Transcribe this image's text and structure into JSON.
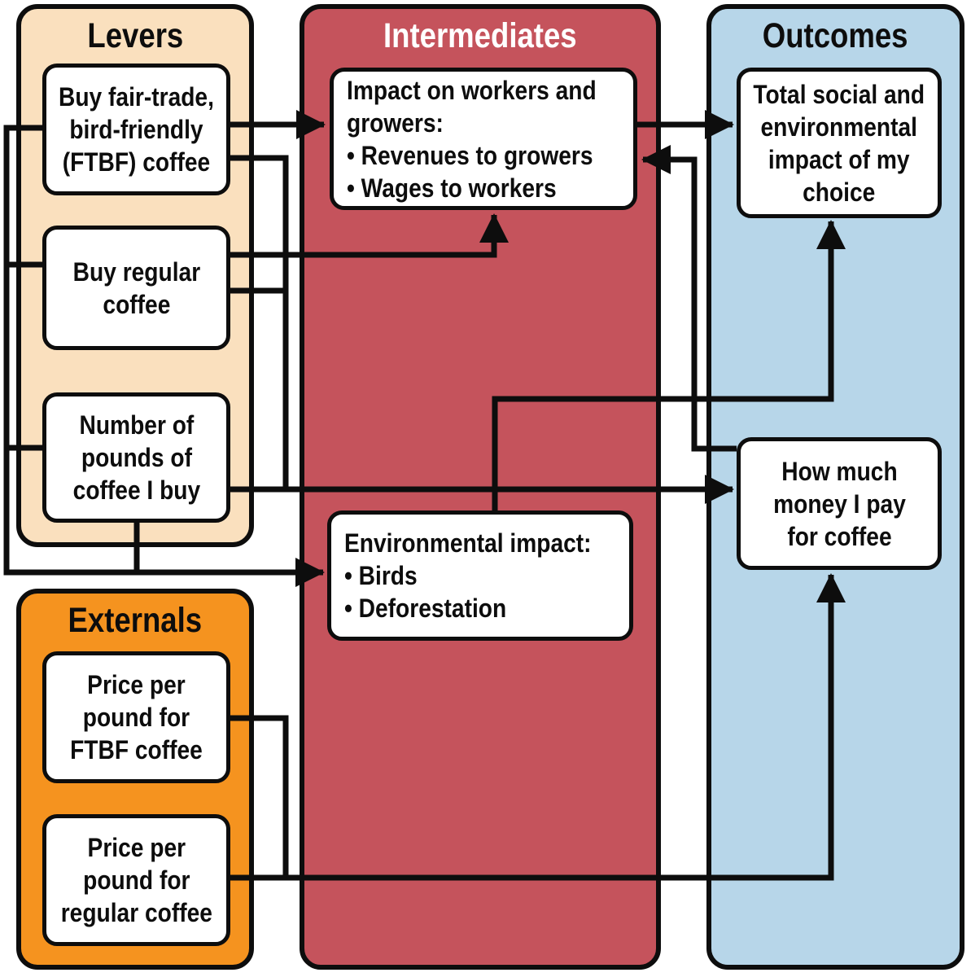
{
  "palette": {
    "levers_fill": "#FAE0BE",
    "externals_fill": "#F5931F",
    "intermediates_fill": "#C5535C",
    "outcomes_fill": "#B7D6E9",
    "node_fill": "#FFFFFF",
    "line_color": "#0D0D0D",
    "intermediates_title_color": "#FFFFFF"
  },
  "panels": {
    "levers": {
      "title": "Levers"
    },
    "externals": {
      "title": "Externals"
    },
    "intermediates": {
      "title": "Intermediates"
    },
    "outcomes": {
      "title": "Outcomes"
    }
  },
  "nodes": {
    "buy_ftbf": {
      "label": "Buy fair-trade,\nbird-friendly\n(FTBF) coffee"
    },
    "buy_regular": {
      "label": "Buy regular\ncoffee"
    },
    "pounds": {
      "label": "Number of\npounds of\ncoffee I buy"
    },
    "price_ftbf": {
      "label": "Price per\npound for\nFTBF coffee"
    },
    "price_regular": {
      "label": "Price per\npound for\nregular coffee"
    },
    "impact_workers": {
      "label": "Impact on workers and\ngrowers:\n• Revenues to growers\n• Wages to workers"
    },
    "env_impact": {
      "label": "Environmental impact:\n• Birds\n• Deforestation"
    },
    "total_impact": {
      "label": "Total social and\nenvironmental\nimpact of my\nchoice"
    },
    "money_paid": {
      "label": "How much\nmoney I pay\nfor coffee"
    }
  },
  "edges": [
    {
      "from": "Buy fair-trade, bird-friendly (FTBF) coffee",
      "to": "Impact on workers and growers"
    },
    {
      "from": "Buy regular coffee",
      "to": "Impact on workers and growers"
    },
    {
      "from": "How much money I pay for coffee",
      "to": "Impact on workers and growers"
    },
    {
      "from": "Buy fair-trade, bird-friendly (FTBF) coffee",
      "to": "Environmental impact"
    },
    {
      "from": "Buy regular coffee",
      "to": "Environmental impact"
    },
    {
      "from": "Number of pounds of coffee I buy",
      "to": "Environmental impact"
    },
    {
      "from": "Buy fair-trade, bird-friendly (FTBF) coffee",
      "to": "How much money I pay for coffee"
    },
    {
      "from": "Buy regular coffee",
      "to": "How much money I pay for coffee"
    },
    {
      "from": "Number of pounds of coffee I buy",
      "to": "How much money I pay for coffee"
    },
    {
      "from": "Price per pound for FTBF coffee",
      "to": "How much money I pay for coffee"
    },
    {
      "from": "Price per pound for regular coffee",
      "to": "How much money I pay for coffee"
    },
    {
      "from": "Impact on workers and growers",
      "to": "Total social and environmental impact of my choice"
    },
    {
      "from": "Environmental impact",
      "to": "Total social and environmental impact of my choice"
    }
  ]
}
